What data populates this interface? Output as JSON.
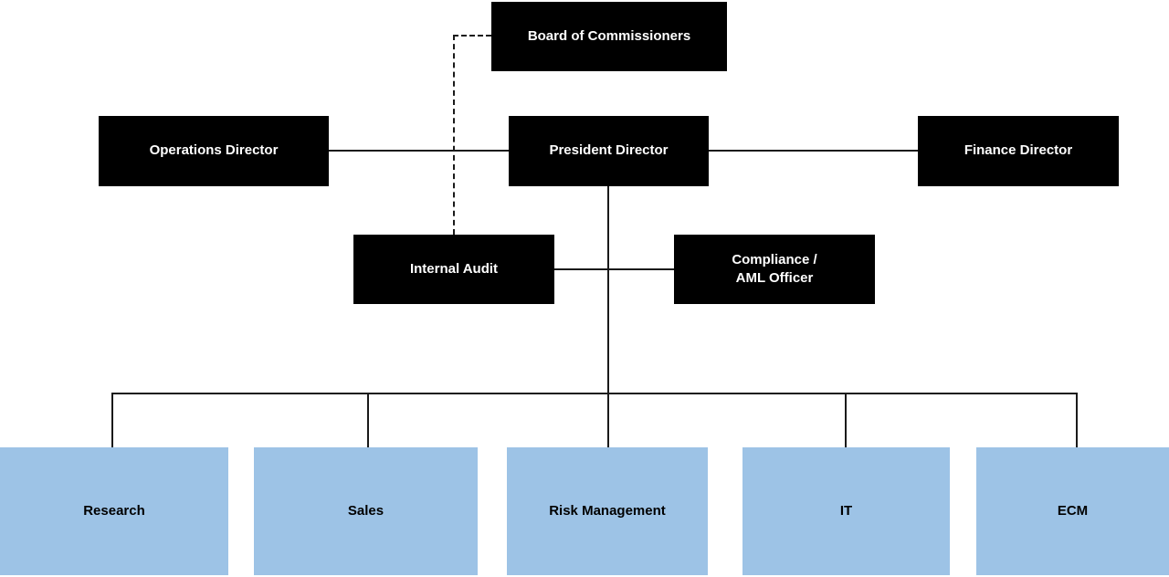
{
  "colors": {
    "dark_node_fill": "#000000",
    "dark_node_text": "#ffffff",
    "light_node_fill": "#9DC3E6",
    "light_node_text": "#000000",
    "connector": "#1a1a1a",
    "background": "#ffffff"
  },
  "org_chart": {
    "type": "organizational-chart",
    "nodes": {
      "board": {
        "label": "Board of Commissioners"
      },
      "operations": {
        "label": "Operations Director"
      },
      "president": {
        "label": "President Director"
      },
      "finance": {
        "label": "Finance Director"
      },
      "internal_audit": {
        "label": "Internal Audit"
      },
      "compliance": {
        "label_line1": "Compliance /",
        "label_line2": "AML Officer"
      },
      "research": {
        "label": "Research"
      },
      "sales": {
        "label": "Sales"
      },
      "risk": {
        "label": "Risk Management"
      },
      "it": {
        "label": "IT"
      },
      "ecm": {
        "label": "ECM"
      }
    },
    "edges": [
      {
        "from": "board",
        "to": "internal_audit",
        "style": "dashed"
      },
      {
        "from": "operations",
        "to": "president",
        "style": "solid"
      },
      {
        "from": "president",
        "to": "finance",
        "style": "solid"
      },
      {
        "from": "internal_audit",
        "to": "compliance",
        "style": "solid"
      },
      {
        "from": "president",
        "to": "research",
        "style": "solid"
      },
      {
        "from": "president",
        "to": "sales",
        "style": "solid"
      },
      {
        "from": "president",
        "to": "risk",
        "style": "solid"
      },
      {
        "from": "president",
        "to": "it",
        "style": "solid"
      },
      {
        "from": "president",
        "to": "ecm",
        "style": "solid"
      }
    ]
  }
}
